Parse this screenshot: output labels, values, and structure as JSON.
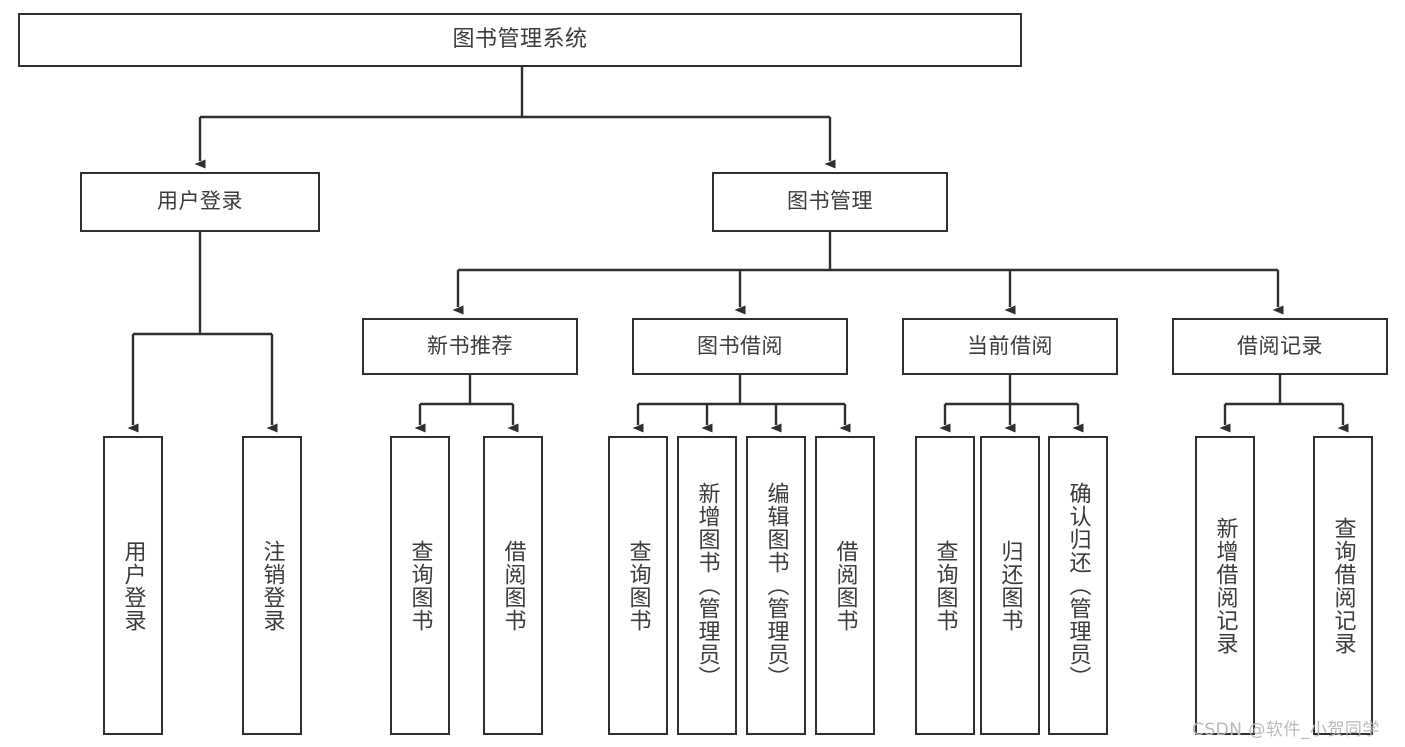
{
  "diagram": {
    "title": "图书管理系统",
    "type": "tree-hierarchy-chart",
    "orientation": "top-down",
    "edge_style": "orthogonal-with-arrowheads",
    "colors": {
      "background": "#ffffff",
      "box_border": "#2f2f2f",
      "box_fill": "#ffffff",
      "text": "#3b3b3b",
      "edge": "#2f2f2f",
      "watermark": "#b9b9b9"
    }
  },
  "nodes": {
    "root": {
      "label": "图书管理系统",
      "level": 1
    },
    "level2": [
      {
        "id": "user-login",
        "label": "用户登录"
      },
      {
        "id": "book-manage",
        "label": "图书管理"
      }
    ],
    "level3": [
      {
        "id": "new-book-recommend",
        "label": "新书推荐",
        "parent": "book-manage"
      },
      {
        "id": "book-borrow",
        "label": "图书借阅",
        "parent": "book-manage"
      },
      {
        "id": "current-borrow",
        "label": "当前借阅",
        "parent": "book-manage"
      },
      {
        "id": "borrow-record",
        "label": "借阅记录",
        "parent": "book-manage"
      }
    ],
    "leaves": [
      {
        "id": "leaf-user-login",
        "label": "用户登录",
        "parent": "user-login"
      },
      {
        "id": "leaf-logout",
        "label": "注销登录",
        "parent": "user-login"
      },
      {
        "id": "leaf-query-book-1",
        "label": "查询图书",
        "parent": "new-book-recommend"
      },
      {
        "id": "leaf-borrow-book-1",
        "label": "借阅图书",
        "parent": "new-book-recommend"
      },
      {
        "id": "leaf-query-book-2",
        "label": "查询图书",
        "parent": "book-borrow"
      },
      {
        "id": "leaf-add-book",
        "label": "新增图书（管理员）",
        "parent": "book-borrow"
      },
      {
        "id": "leaf-edit-book",
        "label": "编辑图书（管理员）",
        "parent": "book-borrow"
      },
      {
        "id": "leaf-borrow-book-2",
        "label": "借阅图书",
        "parent": "book-borrow"
      },
      {
        "id": "leaf-query-book-3",
        "label": "查询图书",
        "parent": "current-borrow"
      },
      {
        "id": "leaf-return-book",
        "label": "归还图书",
        "parent": "current-borrow"
      },
      {
        "id": "leaf-confirm-return",
        "label": "确认归还（管理员）",
        "parent": "current-borrow"
      },
      {
        "id": "leaf-add-record",
        "label": "新增借阅记录",
        "parent": "borrow-record"
      },
      {
        "id": "leaf-query-record",
        "label": "查询借阅记录",
        "parent": "borrow-record"
      }
    ]
  },
  "watermark": {
    "text": "CSDN @软件_小贺同学"
  }
}
